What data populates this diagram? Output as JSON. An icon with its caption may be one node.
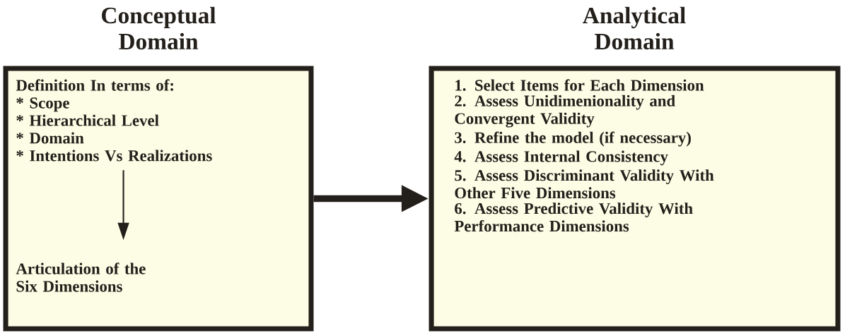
{
  "diagram": {
    "nodes": [
      {
        "text": [
          "Conceptual Domain"
        ]
      },
      {
        "text": [
          "Definition In terms of:",
          "* Scope",
          "* Hierarchical Level",
          "* Domain",
          "* Intentions Vs Realizations"
        ],
        "in": 0
      },
      {
        "text": [
          "Articulation of the Six Dimensions"
        ],
        "in": 0
      },
      {
        "text": [
          "Analytical Domain",
          "1. Select Items for Each Dimension",
          "2. Assess Unidimenionality and Convergent Validity",
          "3. Refine the model (if necessary)",
          "4. Assess Internal Consistency",
          "5. Assess Discriminant Validity With Other Five Dimensions",
          "6. Assess Predictive Validity With Performance Dimensions"
        ]
      }
    ],
    "edges": [
      {
        "from": 0,
        "to": 3,
        "arrow": "to",
        "style": "thick"
      },
      {
        "from": 1,
        "to": 2,
        "arrow": "to"
      }
    ]
  }
}
